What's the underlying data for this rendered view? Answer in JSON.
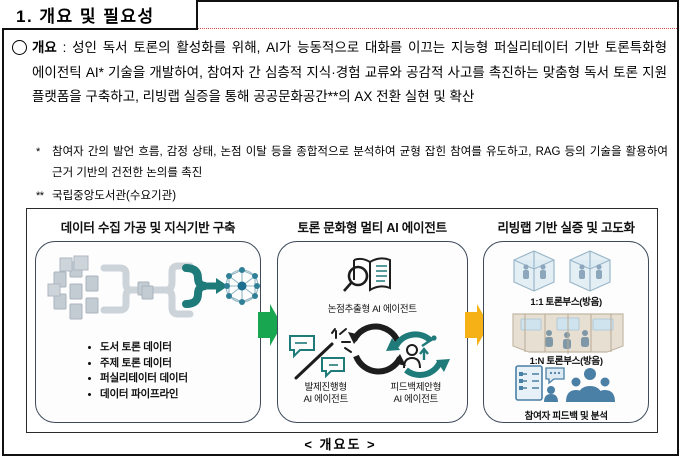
{
  "document": {
    "section_number_title": "1. 개요 및 필요성",
    "overview": {
      "bullet_label": "개요",
      "separator": " : ",
      "text": "성인 독서 토론의 활성화를 위해, AI가 능동적으로 대화를 이끄는 지능형 퍼실리테이터 기반 토론특화형 에이전틱 AI* 기술을 개발하여, 참여자 간 심층적 지식·경험 교류와 공감적 사고를 촉진하는 맞춤형 독서 토론 지원 플랫폼을 구축하고, 리빙랩 실증을 통해 공공문화공간**의 AX 전환 실현 및 확산"
    },
    "footnotes": [
      {
        "marker": "*",
        "text": "참여자 간의 발언 흐름, 감정 상태, 논점 이탈 등을 종합적으로 분석하여 균형 잡힌 참여를 유도하고, RAG 등의 기술을 활용하여 근거 기반의 건전한 논의를 촉진"
      },
      {
        "marker": "**",
        "text": "국립중앙도서관(수요기관)"
      }
    ]
  },
  "diagram": {
    "caption": "< 개요도 >",
    "arrows": [
      {
        "name": "arrow-stage-1-to-2",
        "color": "#18a651"
      },
      {
        "name": "arrow-stage-2-to-3",
        "color": "#f5b115"
      }
    ],
    "columns": [
      {
        "id": "data-collection",
        "header": "데이터 수집 가공 및 지식기반 구축",
        "items": [
          "도서 토론 데이터",
          "주제 토론 데이터",
          "퍼실리테이터 데이터",
          "데이터 파이프라인"
        ],
        "icons": [
          "book-icon",
          "document-icon",
          "pipeline-icon",
          "knowledge-graph-icon"
        ]
      },
      {
        "id": "multi-ai-agent",
        "header": "토론 문화형 멀티 AI 에이전트",
        "agents": [
          {
            "label_line1": "논점추출형",
            "label_line2": "AI 에이전트",
            "label": "논점추출형 AI 에이전트",
            "icon": "magnifier-book-icon"
          },
          {
            "label_line1": "발제진행형",
            "label_line2": "AI 에이전트",
            "label": "발제진행형 AI 에이전트",
            "icon": "chat-wand-icon"
          },
          {
            "label_line1": "피드백제안형",
            "label_line2": "AI 에이전트",
            "label": "피드백제안형 AI 에이전트",
            "icon": "feedback-cycle-icon"
          }
        ],
        "cycle_icon": "circular-arrows-icon"
      },
      {
        "id": "living-lab",
        "header": "리빙랩 기반 실증 및 고도화",
        "items": [
          {
            "label": "1:1 토론부스(방음)",
            "icon": "booth-pair-icon"
          },
          {
            "label": "1:N 토론부스(방음)",
            "icon": "group-booth-icon"
          },
          {
            "label": "참여자 피드백 및 분석",
            "icon": "feedback-survey-icon"
          }
        ]
      }
    ]
  },
  "colors": {
    "teal": "#1f7a7a",
    "gray_icon": "#b9c2c9",
    "navy_border": "#3c4a5a",
    "red_rule": "#d94b4b",
    "green_arrow": "#18a651",
    "yellow_arrow": "#f5b115"
  }
}
